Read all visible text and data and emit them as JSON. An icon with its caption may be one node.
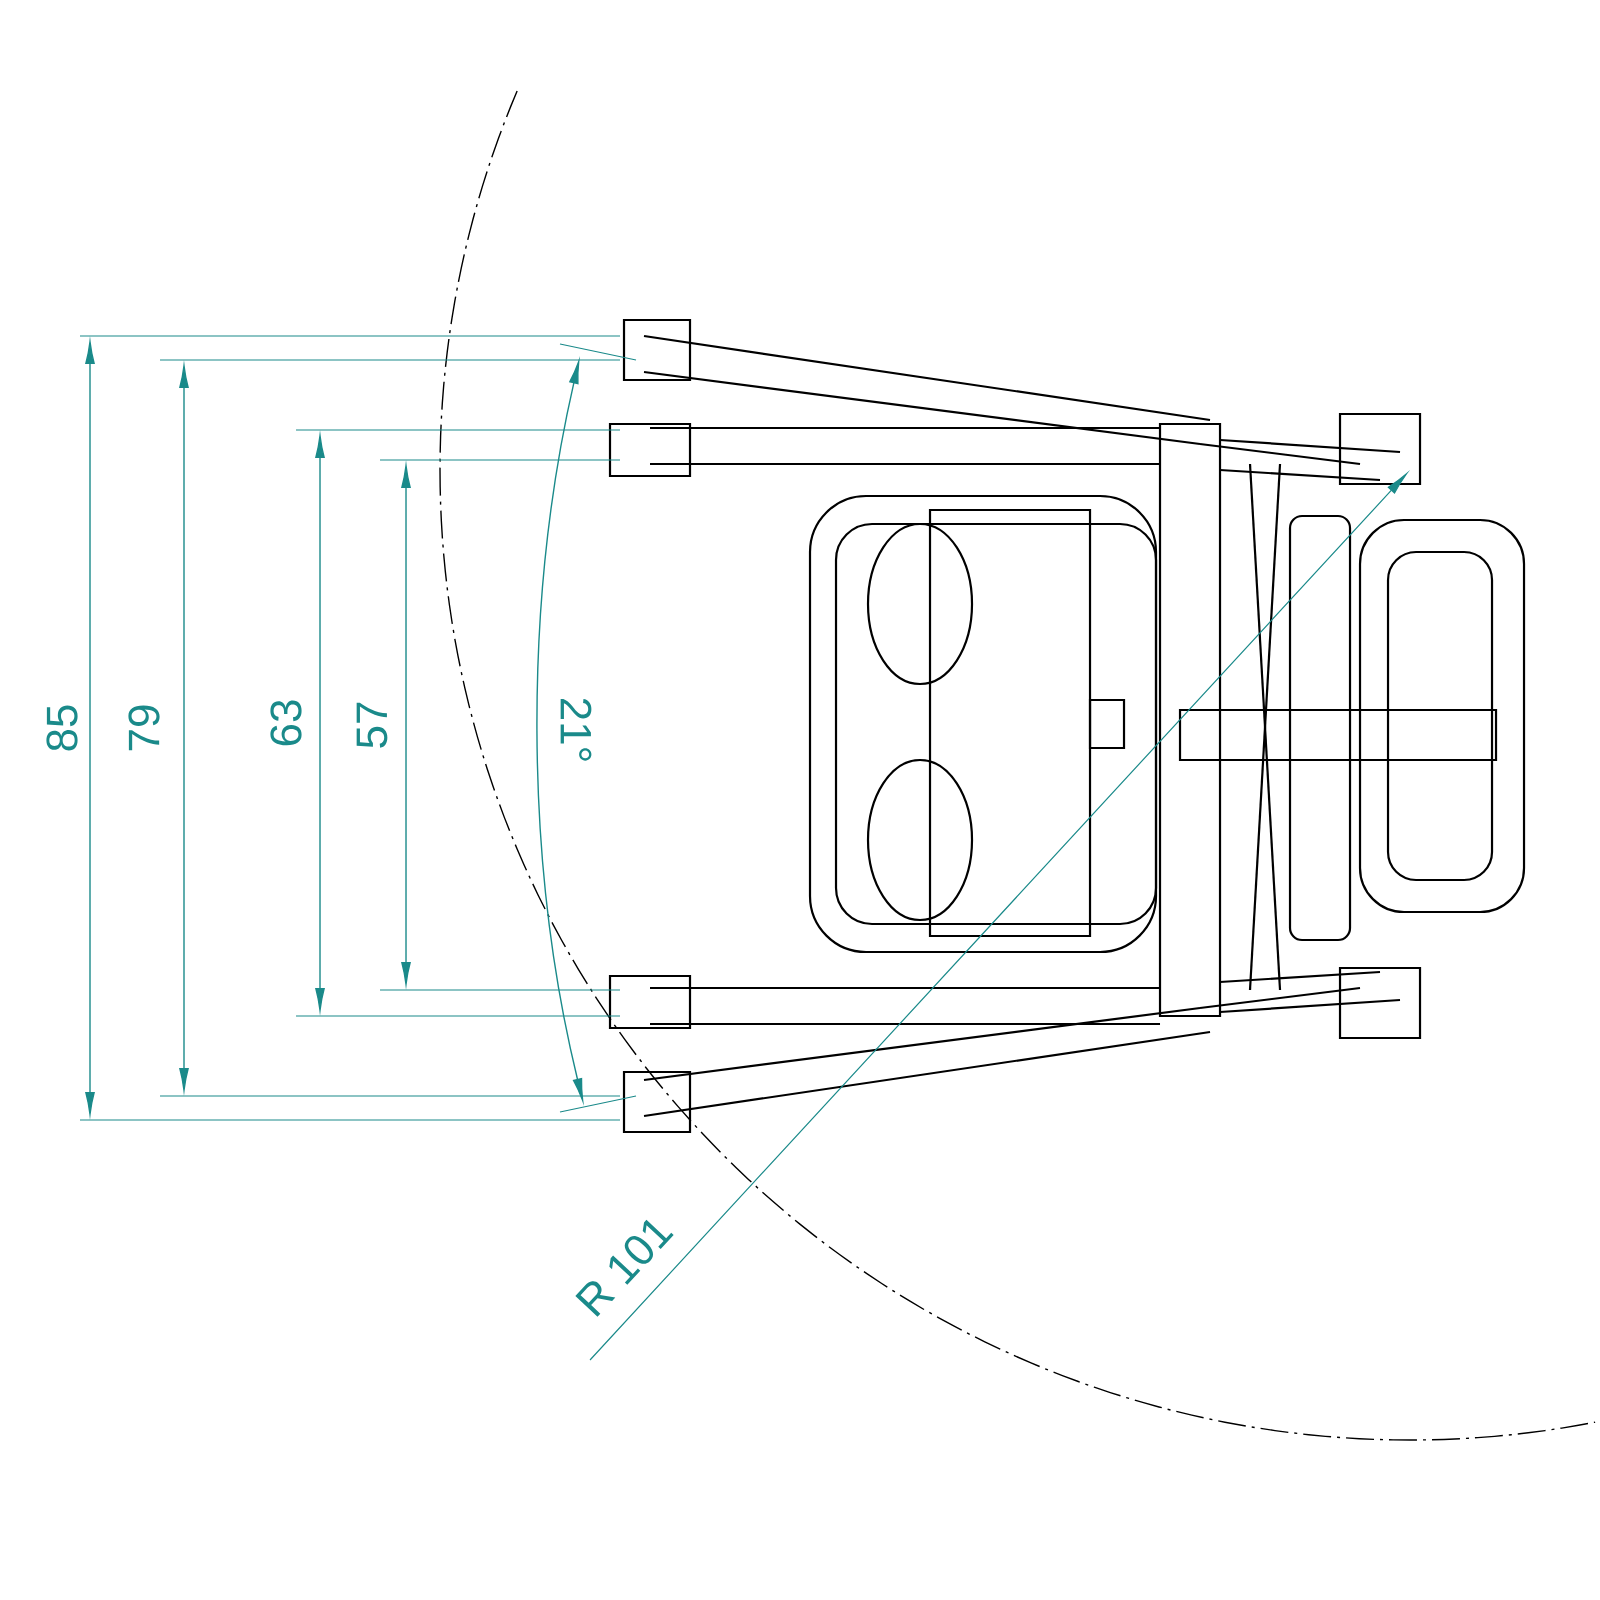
{
  "diagram": {
    "labels": [
      "85",
      "79",
      "63",
      "57",
      "21°",
      "R 101"
    ]
  }
}
